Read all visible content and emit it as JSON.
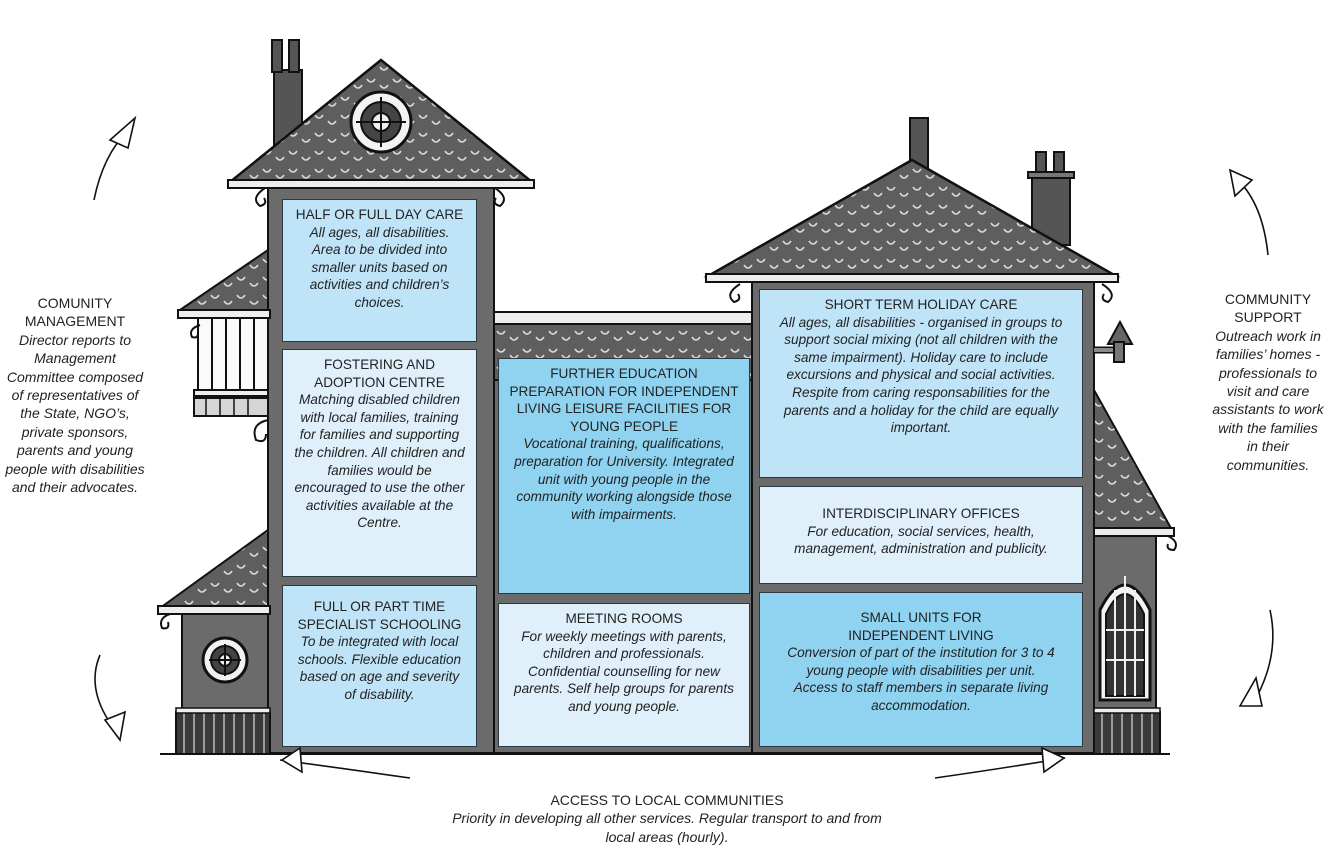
{
  "rooms": [
    {
      "key": "day_care",
      "title": "HALF OR FULL DAY CARE",
      "body": "All ages, all disabilities. Area to be divided into smaller units based on activities and children’s choices."
    },
    {
      "key": "fostering",
      "title": "FOSTERING AND ADOPTION CENTRE",
      "body": "Matching disabled children with local families, training for families and supporting the children. All children and families would be encouraged to use the other activities available at the Centre."
    },
    {
      "key": "schooling",
      "title": "FULL OR PART TIME SPECIALIST SCHOOLING",
      "body": "To be integrated with local schools. Flexible education based on age and severity of disability."
    },
    {
      "key": "further_ed",
      "title": "FURTHER EDUCATION PREPARATION FOR INDEPENDENT LIVING LEISURE FACILITIES FOR YOUNG PEOPLE",
      "body": "Vocational training, qualifications, preparation for University. Integrated unit with young people in the community working alongside those with impairments."
    },
    {
      "key": "meeting",
      "title": "MEETING ROOMS",
      "body": "For weekly meetings with parents, children and professionals. Confidential counselling for new parents. Self help groups for parents and young people."
    },
    {
      "key": "holiday",
      "title": "SHORT TERM HOLIDAY CARE",
      "body": "All ages, all disabilities - organised in groups to support social mixing (not all children with the same impairment). Holiday care to include excursions and physical and social activities. Respite from caring responsabilities for the parents and a holiday for the child are equally important."
    },
    {
      "key": "offices",
      "title": "INTERDISCIPLINARY OFFICES",
      "body": "For education, social services, health, management, administration and publicity."
    },
    {
      "key": "units",
      "title": "SMALL UNITS FOR INDEPENDENT LIVING",
      "body": "Conversion of part of the institution for 3 to 4 young people with disabilities per unit. Access to staff members in separate living accommodation."
    }
  ],
  "left_note": {
    "title": "COMUNITY MANAGEMENT",
    "body": "Director reports to Management Committee composed of representatives of the State, NGO’s, private sponsors, parents and young people with disabilities and their advocates."
  },
  "right_note": {
    "title": "COMMUNITY SUPPORT",
    "body": "Outreach work in families’ homes - professionals to visit and care assistants to work with the families in their communities."
  },
  "bottom_note": {
    "title": "ACCESS TO LOCAL COMMUNITIES",
    "body": "Priority in developing all other services. Regular transport to and from local areas (hourly)."
  },
  "colors": {
    "roof": "#5e5e5e",
    "wall": "#6b6b6b",
    "box_light": "#dff0fb",
    "box_mid": "#bfe4f8",
    "box_dark": "#8fd3f1",
    "outline": "#1e1e1e"
  },
  "icons": [
    "arrow-curved-icon",
    "chimney",
    "round-window",
    "arched-window",
    "fence"
  ]
}
